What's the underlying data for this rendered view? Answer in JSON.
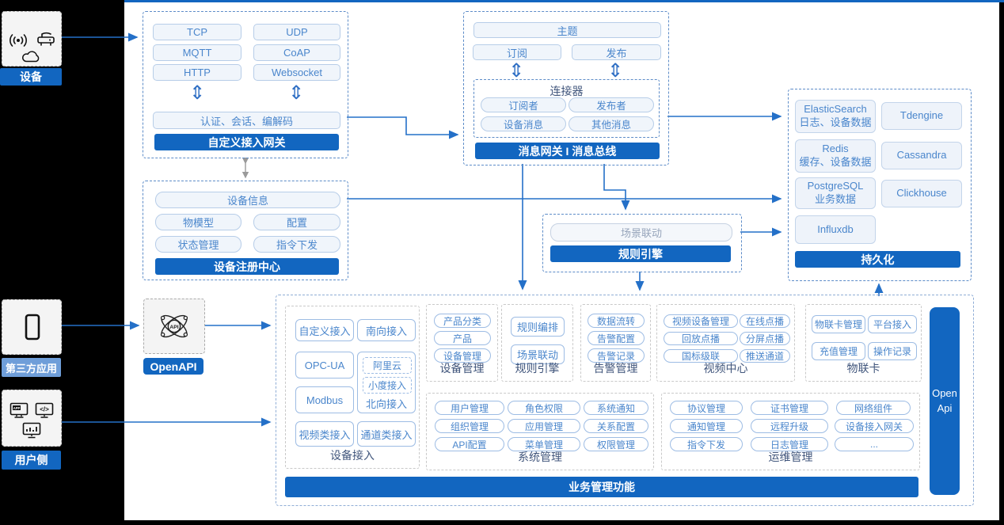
{
  "colors": {
    "accent_blue": "#1266c0",
    "line_blue": "#2470c8",
    "light_label_blue": "#6f9ed9"
  },
  "icons": {
    "updown_arrow": "⇕",
    "api_text": "API",
    "code_text": "</>",
    "app_text": "APP"
  },
  "left_rail": {
    "device_label": "设备",
    "third_party_label": "第三方应用",
    "user_label": "用户侧"
  },
  "gateway": {
    "protocols": [
      "TCP",
      "UDP",
      "MQTT",
      "CoAP",
      "HTTP",
      "Websocket"
    ],
    "auth_pill": "认证、会话、编解码",
    "title_bar": "自定义接入网关"
  },
  "registry": {
    "info_pill": "设备信息",
    "pills": [
      "物模型",
      "配置",
      "状态管理",
      "指令下发"
    ],
    "title_bar": "设备注册中心"
  },
  "message_bus": {
    "topic": "主题",
    "subscribe": "订阅",
    "publish": "发布",
    "connector_title": "连接器",
    "connector_pills": [
      "订阅者",
      "发布者",
      "设备消息",
      "其他消息"
    ],
    "title_bar": "消息网关 I 消息总线"
  },
  "rule_engine": {
    "pill": "场景联动",
    "title_bar": "规则引擎"
  },
  "persistence": {
    "cells": [
      [
        "ElasticSearch",
        "日志、设备数据"
      ],
      [
        "Tdengine"
      ],
      [
        "Redis",
        "缓存、设备数据"
      ],
      [
        "Cassandra"
      ],
      [
        "PostgreSQL",
        "业务数据"
      ],
      [
        "Clickhouse"
      ],
      [
        "Influxdb"
      ]
    ],
    "title_bar": "持久化"
  },
  "openapi": {
    "label": "OpenAPI"
  },
  "business": {
    "title_bar": "业务管理功能",
    "open_api": [
      "Open",
      "Api"
    ],
    "device_access": {
      "title": "设备接入",
      "top": [
        "自定义接入",
        "南向接入"
      ],
      "left": [
        "OPC-UA",
        "Modbus"
      ],
      "nested": [
        "阿里云",
        "小度接入",
        "北向接入"
      ],
      "bottom": [
        "视频类接入",
        "通道类接入"
      ]
    },
    "device_mgmt": {
      "title": "设备管理",
      "pills": [
        "产品分类",
        "产品",
        "设备管理"
      ]
    },
    "rule": {
      "title": "规则引擎",
      "pills": [
        "规则编排",
        "场景联动"
      ]
    },
    "alarm": {
      "title": "告警管理",
      "pills": [
        "数据流转",
        "告警配置",
        "告警记录"
      ]
    },
    "video": {
      "title": "视频中心",
      "pills": [
        "视频设备管理",
        "在线点播",
        "回放点播",
        "分屏点播",
        "国标级联",
        "推送通道"
      ]
    },
    "iot_card": {
      "title": "物联卡",
      "pills": [
        "物联卡管理",
        "平台接入",
        "充值管理",
        "操作记录"
      ]
    },
    "system": {
      "title": "系统管理",
      "pills": [
        "用户管理",
        "角色权限",
        "系统通知",
        "组织管理",
        "应用管理",
        "关系配置",
        "API配置",
        "菜单管理",
        "权限管理"
      ]
    },
    "ops": {
      "title": "运维管理",
      "pills": [
        "协议管理",
        "证书管理",
        "网络组件",
        "通知管理",
        "远程升级",
        "设备接入网关",
        "指令下发",
        "日志管理",
        "..."
      ]
    }
  }
}
